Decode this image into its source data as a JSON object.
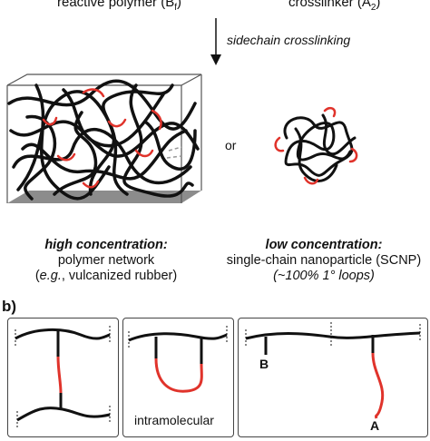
{
  "top": {
    "left_label": "reactive polymer (B",
    "left_sub": "f",
    "right_label": "crosslinker (A",
    "right_sub": "2"
  },
  "arrow_label": "sidechain crosslinking",
  "or_label": "or",
  "left_caption": {
    "line1": "high concentration:",
    "line2": "polymer network",
    "line3_open": "(",
    "line3_em": "e.g.",
    "line3_rest": ", vulcanized rubber)"
  },
  "right_caption": {
    "line1": "low concentration:",
    "line2": "single-chain nanoparticle (SCNP)",
    "line3": "(~100% 1° loops)"
  },
  "panel_b": {
    "label": "b)",
    "middle_text": "intramolecular",
    "label_B": "B",
    "label_A": "A"
  },
  "colors": {
    "chain": "#111111",
    "crosslink": "#e0332b",
    "floor": "#8c8c8c"
  }
}
